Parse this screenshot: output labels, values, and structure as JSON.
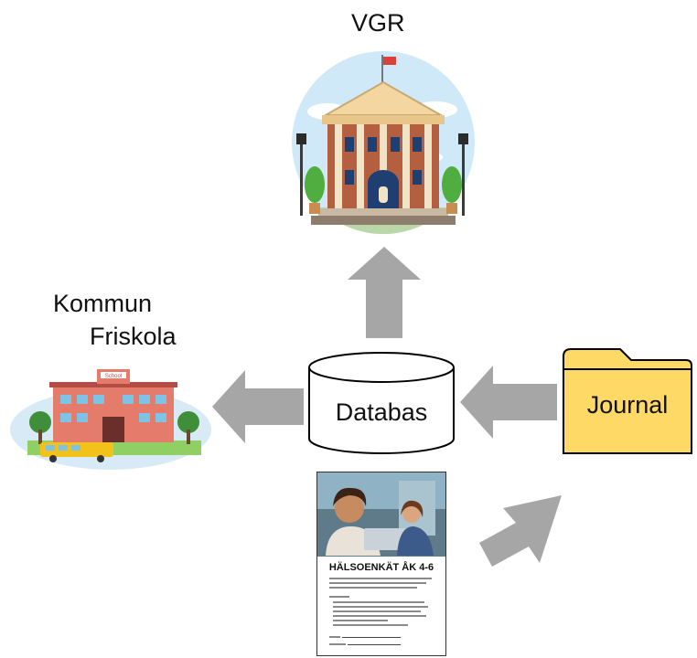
{
  "nodes": {
    "vgr": "VGR",
    "kommun": "Kommun",
    "friskola": "Friskola",
    "databas": "Databas",
    "journal": "Journal"
  },
  "document": {
    "title": "HÄLSOENKÄT ÅK 4-6"
  },
  "illustrations": {
    "government_building": "government-building-icon",
    "school": "school-building-icon",
    "database": "database-cylinder",
    "folder": "folder-icon",
    "survey": "health-survey-document"
  },
  "colors": {
    "arrow": "#a6a6a6",
    "folder": "#ffd966",
    "folder_stroke": "#000000",
    "sky": "#cfe9f8"
  }
}
